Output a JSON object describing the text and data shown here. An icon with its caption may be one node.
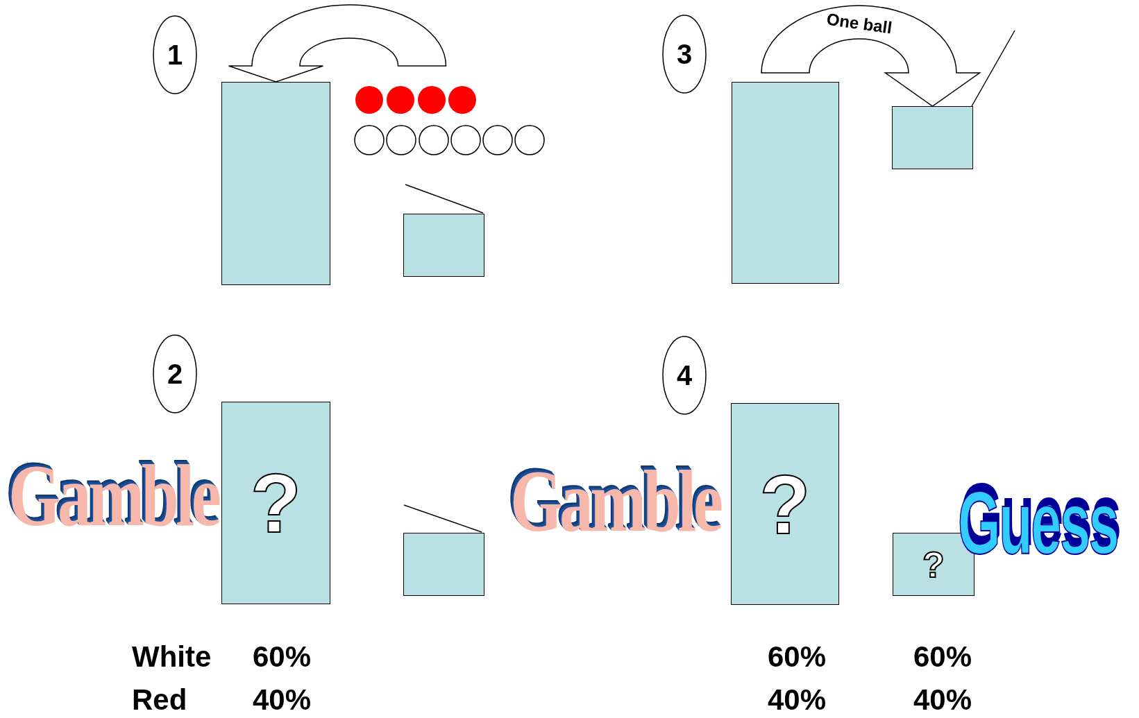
{
  "diagram": {
    "nodes": [
      {
        "text": [
          "1"
        ]
      },
      {
        "text": [],
        "shape": "box"
      },
      {
        "text": [],
        "shape": "box"
      },
      {
        "text": [
          "3"
        ]
      },
      {
        "text": [],
        "shape": "box"
      },
      {
        "text": [],
        "shape": "box"
      },
      {
        "text": [
          "2"
        ]
      },
      {
        "text": [
          "?"
        ]
      },
      {
        "text": [],
        "shape": "box"
      },
      {
        "text": [
          "4"
        ]
      },
      {
        "text": [
          "?"
        ]
      },
      {
        "text": [
          "?"
        ]
      }
    ],
    "edges": [
      {
        "from": null,
        "to": 1,
        "arrow": "to"
      },
      {
        "from": 4,
        "to": 5,
        "arrow": "to",
        "label": "One ball"
      }
    ],
    "labels": [
      "Gamble",
      "Gamble",
      "Guess",
      "White",
      "60%",
      "60%",
      "60%",
      "Red",
      "40%",
      "40%",
      "40%"
    ]
  }
}
